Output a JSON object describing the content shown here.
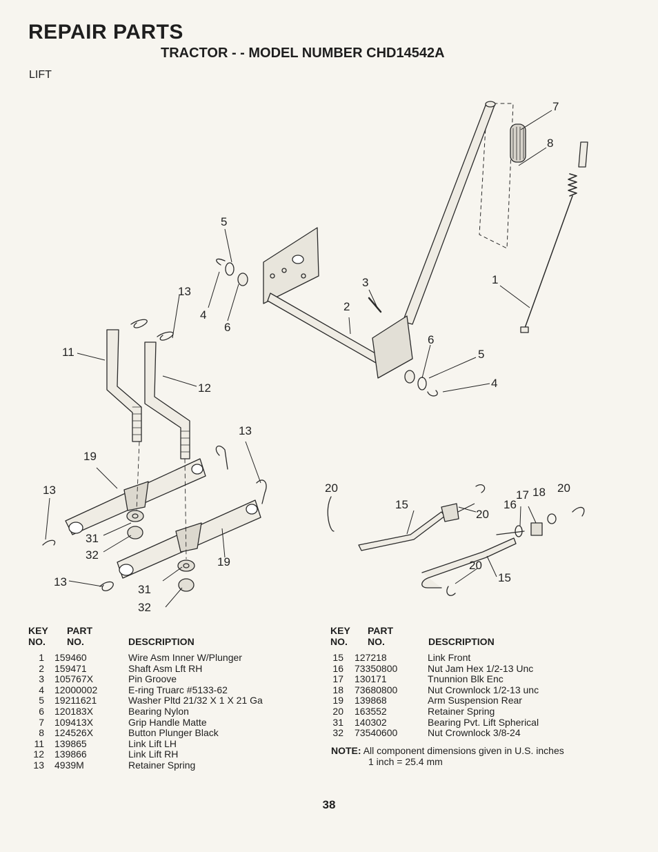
{
  "header": {
    "title": "REPAIR PARTS",
    "subtitle": "TRACTOR - - MODEL NUMBER CHD14542A",
    "section": "LIFT"
  },
  "callouts": [
    {
      "label": "7"
    },
    {
      "label": "8"
    },
    {
      "label": "5"
    },
    {
      "label": "1"
    },
    {
      "label": "13"
    },
    {
      "label": "3"
    },
    {
      "label": "4"
    },
    {
      "label": "2"
    },
    {
      "label": "6"
    },
    {
      "label": "11"
    },
    {
      "label": "6"
    },
    {
      "label": "5"
    },
    {
      "label": "12"
    },
    {
      "label": "4"
    },
    {
      "label": "13"
    },
    {
      "label": "19"
    },
    {
      "label": "13"
    },
    {
      "label": "20"
    },
    {
      "label": "15"
    },
    {
      "label": "17"
    },
    {
      "label": "18"
    },
    {
      "label": "20"
    },
    {
      "label": "16"
    },
    {
      "label": "20"
    },
    {
      "label": "31"
    },
    {
      "label": "32"
    },
    {
      "label": "19"
    },
    {
      "label": "20"
    },
    {
      "label": "15"
    },
    {
      "label": "13"
    },
    {
      "label": "31"
    },
    {
      "label": "32"
    }
  ],
  "table_headers": {
    "key_line1": "KEY",
    "key_line2": "NO.",
    "part_line1": "PART",
    "part_line2": "NO.",
    "description": "DESCRIPTION"
  },
  "parts_left": [
    {
      "key": "1",
      "part": "159460",
      "desc": "Wire Asm Inner W/Plunger"
    },
    {
      "key": "2",
      "part": "159471",
      "desc": "Shaft Asm Lft RH"
    },
    {
      "key": "3",
      "part": "105767X",
      "desc": "Pin Groove"
    },
    {
      "key": "4",
      "part": "12000002",
      "desc": "E-ring Truarc #5133-62"
    },
    {
      "key": "5",
      "part": "19211621",
      "desc": "Washer Pltd 21/32 X 1 X 21 Ga"
    },
    {
      "key": "6",
      "part": "120183X",
      "desc": "Bearing Nylon"
    },
    {
      "key": "7",
      "part": "109413X",
      "desc": "Grip Handle Matte"
    },
    {
      "key": "8",
      "part": "124526X",
      "desc": "Button Plunger Black"
    },
    {
      "key": "11",
      "part": "139865",
      "desc": "Link Lift LH"
    },
    {
      "key": "12",
      "part": "139866",
      "desc": "Link Lift RH"
    },
    {
      "key": "13",
      "part": "4939M",
      "desc": "Retainer Spring"
    }
  ],
  "parts_right": [
    {
      "key": "15",
      "part": "127218",
      "desc": "Link Front"
    },
    {
      "key": "16",
      "part": "73350800",
      "desc": "Nut Jam Hex 1/2-13 Unc"
    },
    {
      "key": "17",
      "part": "130171",
      "desc": "Tnunnion Blk Enc"
    },
    {
      "key": "18",
      "part": "73680800",
      "desc": "Nut Crownlock 1/2-13 unc"
    },
    {
      "key": "19",
      "part": "139868",
      "desc": "Arm Suspension Rear"
    },
    {
      "key": "20",
      "part": "163552",
      "desc": "Retainer Spring"
    },
    {
      "key": "31",
      "part": "140302",
      "desc": "Bearing Pvt. Lift Spherical"
    },
    {
      "key": "32",
      "part": "73540600",
      "desc": "Nut Crownlock 3/8-24"
    }
  ],
  "note": {
    "label": "NOTE:",
    "line1": "All component dimensions given in U.S. inches",
    "line2": "1 inch = 25.4 mm"
  },
  "page_number": "38"
}
